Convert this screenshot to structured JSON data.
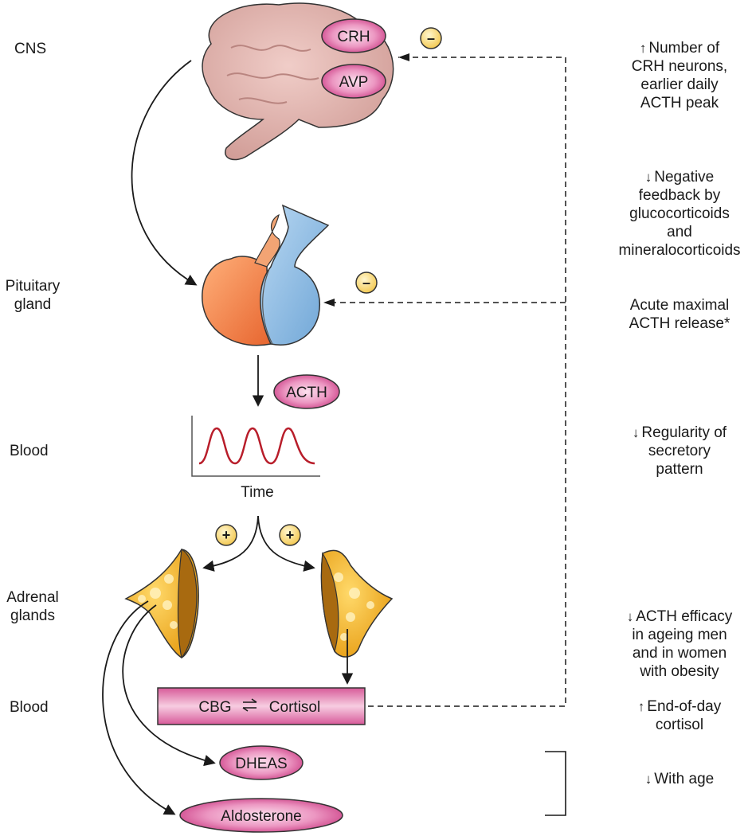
{
  "left_labels": {
    "cns": "CNS",
    "pituitary_line1": "Pituitary",
    "pituitary_line2": "gland",
    "blood_1": "Blood",
    "adrenal_line1": "Adrenal",
    "adrenal_line2": "glands",
    "blood_2": "Blood"
  },
  "hormones": {
    "crh": "CRH",
    "avp": "AVP",
    "acth": "ACTH",
    "cbg": "CBG",
    "cortisol": "Cortisol",
    "dheas": "DHEAS",
    "aldosterone": "Aldosterone"
  },
  "signs": {
    "minus": "–",
    "plus": "+"
  },
  "plot": {
    "time_label": "Time"
  },
  "right_notes": {
    "n1": {
      "arrow": "↑",
      "lines": [
        "Number of",
        "CRH neurons,",
        "earlier daily",
        "ACTH peak"
      ]
    },
    "n2": {
      "arrow": "↓",
      "lines": [
        "Negative",
        "feedback by",
        "glucocorticoids",
        "and",
        "mineralocorticoids"
      ]
    },
    "n3": {
      "arrow": "",
      "lines": [
        "Acute maximal",
        "ACTH release*"
      ]
    },
    "n4": {
      "arrow": "↓",
      "lines": [
        "Regularity of",
        "secretory",
        "pattern"
      ]
    },
    "n5": {
      "arrow": "↓",
      "lines": [
        "ACTH efficacy",
        "in ageing men",
        "and in women",
        "with obesity"
      ]
    },
    "n6": {
      "arrow": "↑",
      "lines": [
        "End-of-day",
        "cortisol"
      ]
    },
    "n7": {
      "arrow": "↓",
      "lines": [
        "With age"
      ]
    }
  },
  "colors": {
    "pill_pink": "#d9579a",
    "pill_light": "#f4c6dc",
    "brain": "#e2b1ac",
    "pituitary_orange": "#f08a55",
    "pituitary_blue": "#86b8e2",
    "adrenal": "#f5b72c",
    "sign_circle": "#f8d97a",
    "pulse": "#b81d2a"
  }
}
